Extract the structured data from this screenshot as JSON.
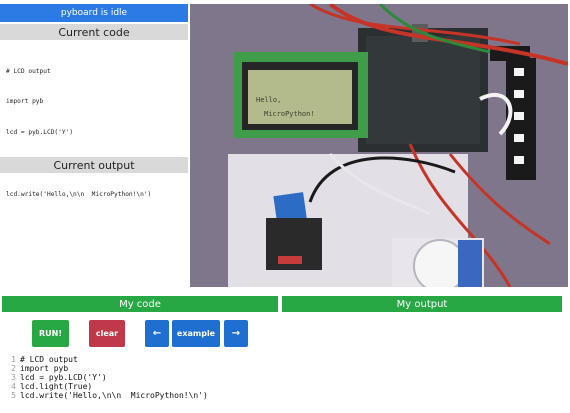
{
  "status": {
    "text": "pyboard is idle"
  },
  "panels": {
    "current_code_title": "Current code",
    "current_output_title": "Current output"
  },
  "code_lines": [
    "# LCD output",
    "import pyb",
    "lcd = pyb.LCD('Y')",
    "lcd.light(True)",
    "lcd.write('Hello,\\n\\n  MicroPython!\\n')"
  ],
  "tabs": {
    "my_code": "My code",
    "my_output": "My output"
  },
  "buttons": {
    "run": "RUN!",
    "clear": "clear",
    "prev": "←",
    "example": "example",
    "next": "→"
  },
  "editor": {
    "line_numbers": [
      "1",
      "2",
      "3",
      "4",
      "5"
    ]
  },
  "lcd_display": {
    "line1": "Hello,",
    "line2": "MicroPython!"
  }
}
